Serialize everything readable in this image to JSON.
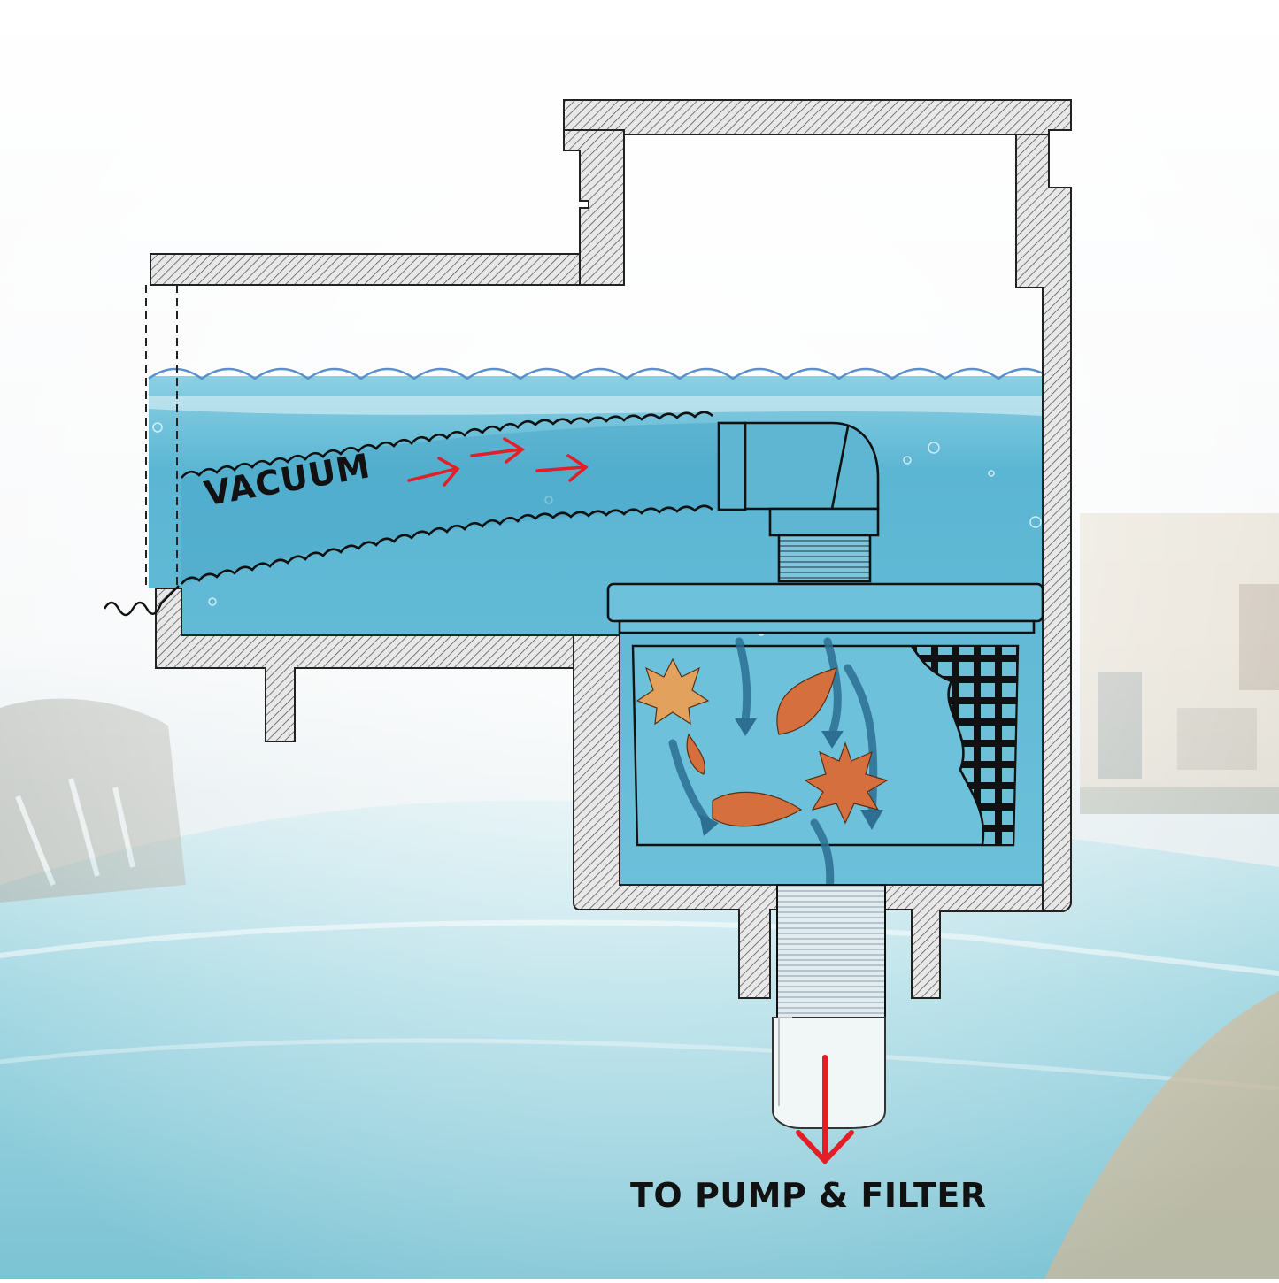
{
  "diagram": {
    "labels": {
      "vacuum": "VACUUM",
      "outlet": "TO PUMP & FILTER"
    },
    "parts": [
      "skimmer-housing",
      "vacuum-hose",
      "elbow-fitting",
      "basket-lid",
      "strainer-basket",
      "leaves",
      "threaded-outlet-pipe",
      "outlet-arrow"
    ],
    "colors": {
      "water": "#58b2d0",
      "water_light": "#7cc6de",
      "housing_fill": "#e6e6e6",
      "housing_hatch": "#5a5a5a",
      "outline": "#222222",
      "flow_arrow": "#2c6f93",
      "accent_red": "#e31e24",
      "leaf_orange": "#d5703e",
      "leaf_tan": "#e2a25e",
      "pool_water": "#8fcfdc",
      "sky_haze": "#f4f7f8"
    },
    "icons": {
      "flow_arrows": "arrow-right-icon",
      "outlet_arrow": "arrow-down-icon",
      "leaves": "leaf-icon"
    }
  }
}
